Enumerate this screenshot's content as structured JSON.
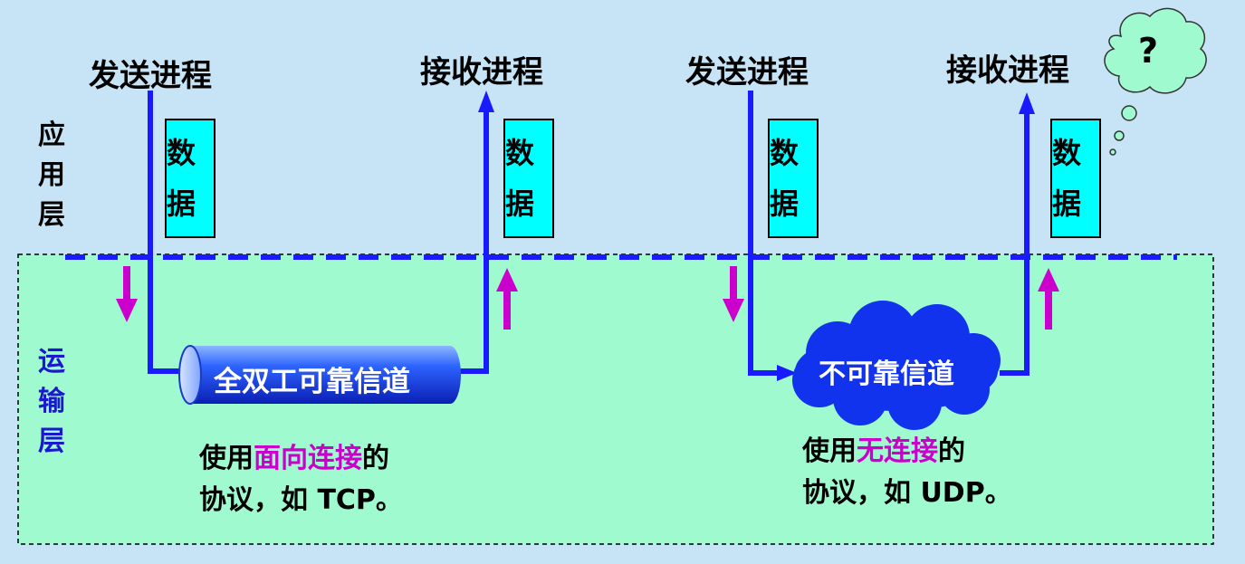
{
  "layers": {
    "application": "应用层",
    "transport": "运输层"
  },
  "left": {
    "sender": "发送进程",
    "receiver": "接收进程",
    "data_box_1": "数据",
    "data_box_2": "数据",
    "channel": "全双工可靠信道",
    "desc_prefix": "使用",
    "desc_highlight": "面向连接",
    "desc_suffix": "的",
    "desc_line2": "协议，如 TCP。"
  },
  "right": {
    "sender": "发送进程",
    "receiver": "接收进程",
    "data_box_1": "数据",
    "data_box_2": "数据",
    "channel": "不可靠信道",
    "desc_prefix": "使用",
    "desc_highlight": "无连接",
    "desc_suffix": "的",
    "desc_line2": "协议，如 UDP。"
  },
  "thought_bubble": "?",
  "colors": {
    "background": "#c6e4f6",
    "transport_fill": "#a0fad0",
    "line_blue": "#1a1aff",
    "arrow_magenta": "#cc00cc",
    "data_box": "#00ffff",
    "cloud": "#1133ee",
    "bubble": "#a0fad0",
    "layer_text_app": "#000000",
    "layer_text_transport": "#1a1acc"
  }
}
